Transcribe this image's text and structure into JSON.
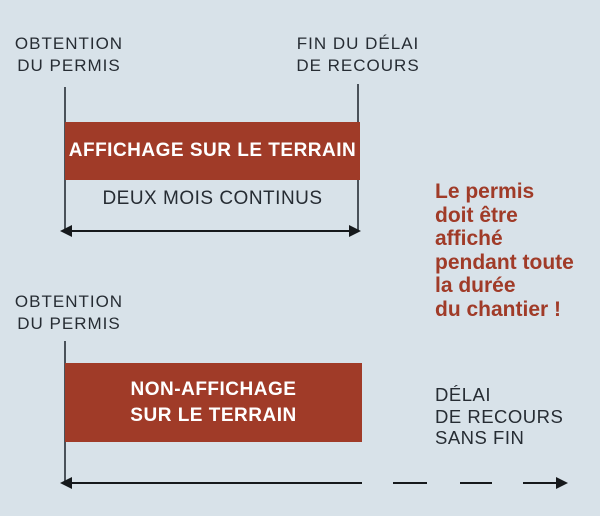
{
  "colors": {
    "background": "#d8e2e9",
    "bar": "#a03b28",
    "accent_text": "#a03b28",
    "dark_text": "#262c33",
    "tick_line": "#4a525a",
    "arrow": "#16191c"
  },
  "top_timeline": {
    "start_label": {
      "line1": "OBTENTION",
      "line2": "DU PERMIS"
    },
    "end_label": {
      "line1": "FIN DU DÉLAI",
      "line2": "DE RECOURS"
    },
    "bar_label": "AFFICHAGE SUR LE TERRAIN",
    "duration_label": "DEUX MOIS CONTINUS"
  },
  "callout": {
    "lines": [
      "Le permis",
      "doit être",
      "affiché",
      "pendant toute",
      "la durée",
      "du chantier !"
    ]
  },
  "bottom_timeline": {
    "start_label": {
      "line1": "OBTENTION",
      "line2": "DU PERMIS"
    },
    "bar_label": {
      "line1": "NON-AFFICHAGE",
      "line2": "SUR LE TERRAIN"
    },
    "side_label": {
      "line1": "DÉLAI",
      "line2": "DE RECOURS",
      "line3": "SANS FIN"
    }
  }
}
